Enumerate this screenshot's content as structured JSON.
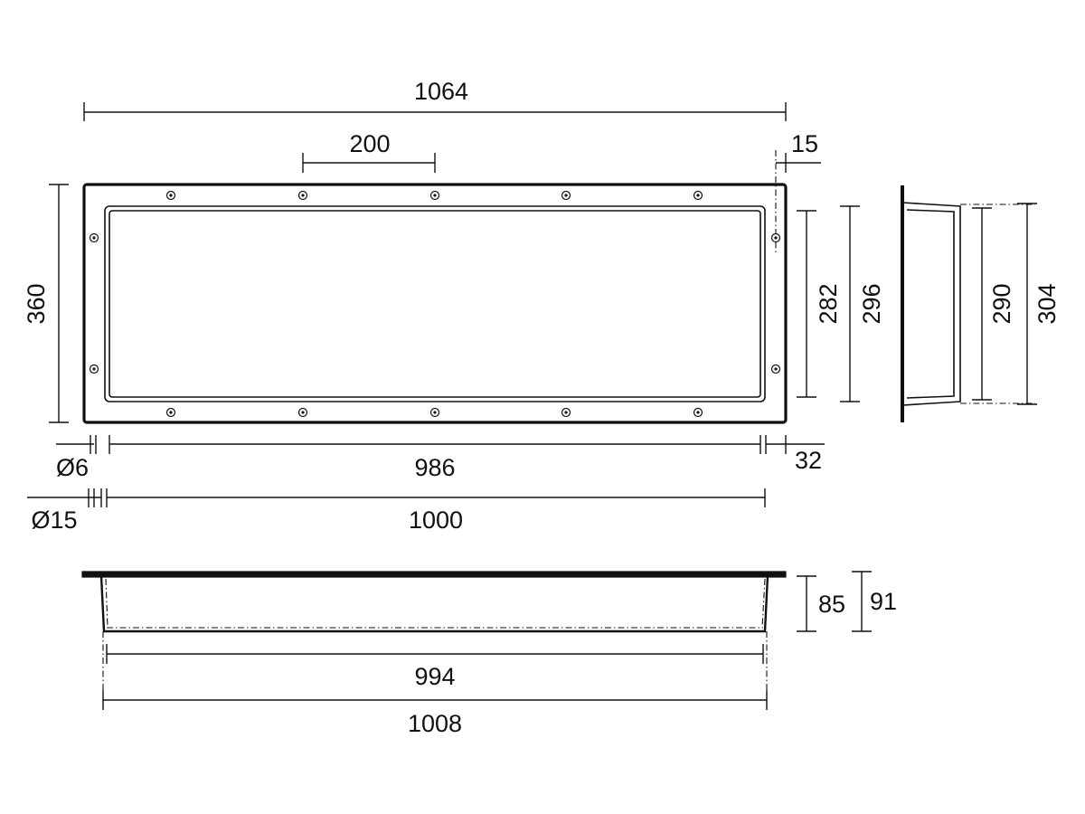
{
  "drawing": {
    "front_view": {
      "dimensions": {
        "overall_width": "1064",
        "screw_spacing": "200",
        "flange_edge": "15",
        "overall_height": "360",
        "inner_height_a": "282",
        "inner_height_b": "296",
        "screw_hole_diameter": "Ø6",
        "inner_width": "986",
        "flange_width": "32",
        "counterbore_diameter": "Ø15",
        "cutout_width": "1000"
      }
    },
    "side_view": {
      "dimensions": {
        "inner_depth_height": "290",
        "outer_depth_height": "304"
      }
    },
    "bottom_view": {
      "dimensions": {
        "depth_inner": "85",
        "depth_outer": "91",
        "inner_length": "994",
        "outer_length": "1008"
      }
    }
  },
  "colors": {
    "line": "#111111",
    "background": "#ffffff"
  }
}
